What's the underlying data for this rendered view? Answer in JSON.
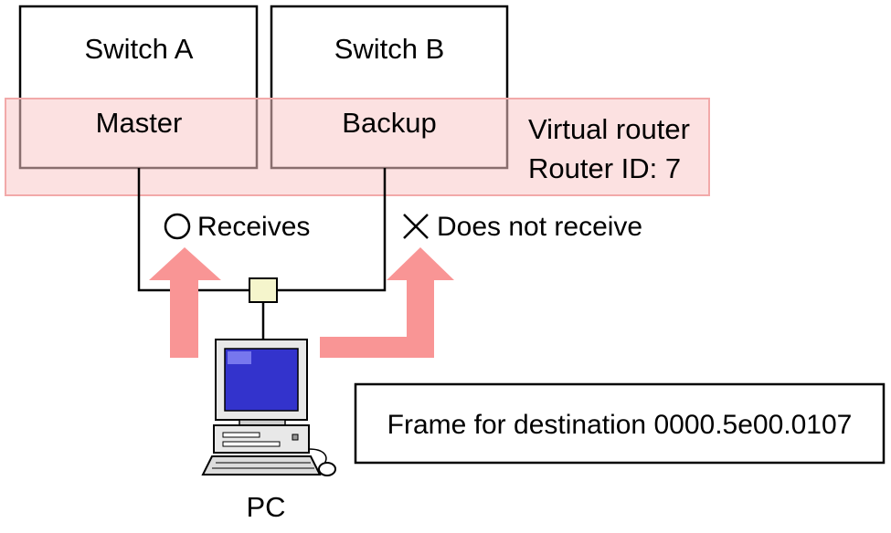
{
  "switches": [
    {
      "name": "Switch A",
      "role": "Master"
    },
    {
      "name": "Switch B",
      "role": "Backup"
    }
  ],
  "virtual_router": {
    "label": "Virtual router",
    "router_id": "Router ID: 7"
  },
  "status": {
    "receives_symbol": "○",
    "receives": "Receives",
    "not_receive_symbol": "×",
    "not_receive": "Does not receive"
  },
  "frame_label": "Frame for destination 0000.5e00.0107",
  "pc_label": "PC",
  "colors": {
    "virtual_router_fill": "#fde3e3",
    "virtual_router_border": "#f2b6b6",
    "arrow": "#f99595",
    "hub": "#f5f5cc",
    "screen": "#3333cc"
  }
}
